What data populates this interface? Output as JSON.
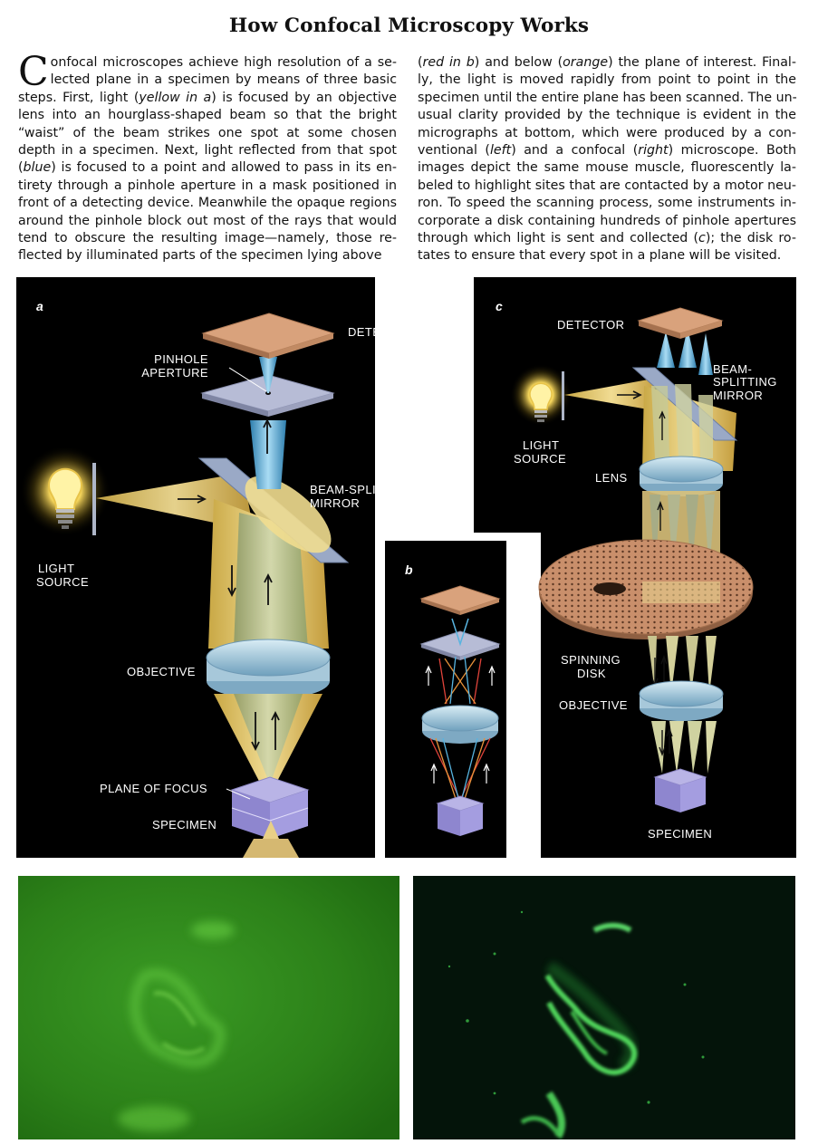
{
  "title": "How Confocal Microscopy Works",
  "body": {
    "dropcap": "C",
    "left_lines": [
      "onfocal microscopes achieve high resolution of a se-",
      "lected plane in a specimen by means of three basic",
      "steps. First, light (|yellow in a|) is focused by an objective",
      "lens into an hourglass-shaped beam so that the bright",
      "“waist” of the beam strikes one spot at some chosen",
      "depth in a specimen. Next, light reflected from that spot",
      "(|blue|) is focused to a point and allowed to pass in its en-",
      "tirety through a pinhole aperture in a mask positioned in",
      "front of a detecting device. Meanwhile the opaque regions",
      "around the pinhole block out most of the rays that would",
      "tend to obscure the resulting image—namely, those re-",
      "flected by illuminated parts of the specimen lying above"
    ],
    "right_lines": [
      "(|red in b|) and below (|orange|) the plane of interest. Final-",
      "ly, the light is moved rapidly from point to point in the",
      "specimen until the entire plane has been scanned. The un-",
      "usual clarity provided by the technique is evident in the",
      "micrographs at bottom, which were produced by a con-",
      "ventional (|left|) and a confocal (|right|) microscope. Both",
      "images depict the same mouse muscle, fluorescently la-",
      "beled to highlight sites that are contacted by a motor neu-",
      "ron. To speed the scanning process, some instruments in-",
      "corporate a disk containing hundreds of pinhole apertures",
      "through which light is sent and collected (|c|); the disk ro-",
      "tates to ensure that every spot in a plane will be visited."
    ]
  },
  "panel_a": {
    "letter": "a",
    "labels": {
      "detector": "DETECTOR",
      "pinhole_1": "PINHOLE",
      "pinhole_2": "APERTURE",
      "mirror_1": "BEAM-SPLITTING",
      "mirror_2": "MIRROR",
      "light_1": "LIGHT",
      "light_2": "SOURCE",
      "objective": "OBJECTIVE",
      "plane": "PLANE OF FOCUS",
      "specimen": "SPECIMEN"
    }
  },
  "panel_b": {
    "letter": "b"
  },
  "panel_c": {
    "letter": "c",
    "labels": {
      "detector": "DETECTOR",
      "mirror_1": "BEAM-",
      "mirror_2": "SPLITTING",
      "mirror_3": "MIRROR",
      "light_1": "LIGHT",
      "light_2": "SOURCE",
      "lens": "LENS",
      "disk_1": "SPINNING",
      "disk_2": "DISK",
      "objective": "OBJECTIVE",
      "specimen": "SPECIMEN"
    }
  },
  "colors": {
    "panel_bg": "#000000",
    "beam_yellow": "#e8c96a",
    "reflected_blue": "#58b4e0",
    "detector_copper": "#d9a27c",
    "disk_copper": "#c98f6b",
    "conventional_green": "#2f8a1c",
    "confocal_bg": "#04140a"
  },
  "micrographs": {
    "left": "conventional micrograph",
    "right": "confocal micrograph"
  }
}
